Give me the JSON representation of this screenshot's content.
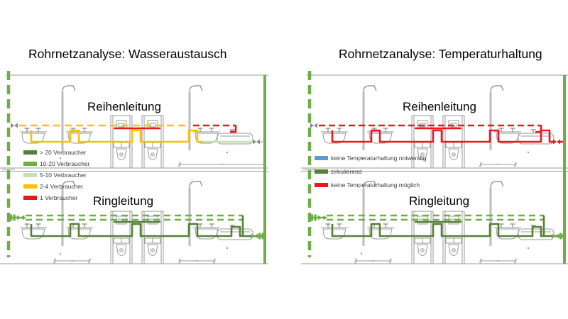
{
  "colors": {
    "yellow": "#FFC000",
    "red": "#E8191C",
    "green": "#70AD47",
    "green_dark": "#538135",
    "green_light": "#C5E0B4",
    "blue": "#5B9BD5"
  },
  "panels": {
    "left": {
      "title": "Rohrnetzanalyse: Wasseraustausch",
      "diagram_top_label": "Reihenleitung",
      "diagram_bottom_label": "Ringleitung",
      "legend": {
        "items": [
          {
            "label": "> 20 Verbraucher",
            "color": "#538135"
          },
          {
            "label": "10-20 Verbraucher",
            "color": "#70AD47"
          },
          {
            "label": "5-10 Verbraucher",
            "color": "#C5E0B4"
          },
          {
            "label": "2-4 Verbraucher",
            "color": "#FFC000"
          },
          {
            "label": "1 Verbraucher",
            "color": "#E8191C"
          }
        ]
      }
    },
    "right": {
      "title": "Rohrnetzanalyse: Temperaturhaltung",
      "diagram_top_label": "Reihenleitung",
      "diagram_bottom_label": "Ringleitung",
      "legend": {
        "items": [
          {
            "label": "keine Temperaturhaltung notwendig",
            "color": "#5B9BD5"
          },
          {
            "label": "zirkulierend",
            "color": "#538135"
          },
          {
            "label": "keine Temperaturhaltung möglich",
            "color": "#E8191C"
          }
        ]
      }
    }
  }
}
